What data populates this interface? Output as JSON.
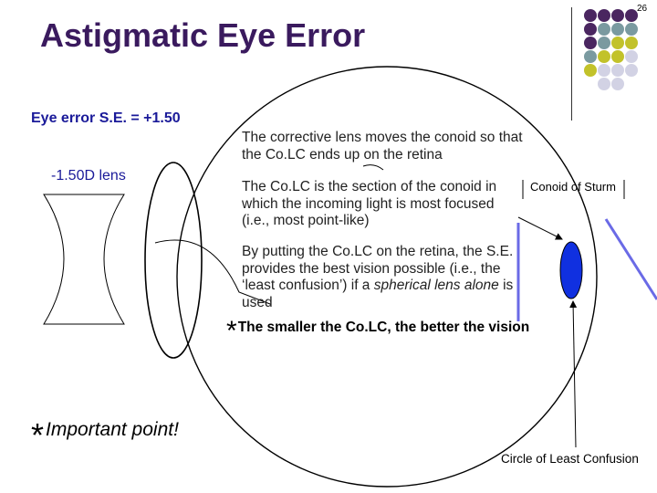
{
  "slide": {
    "title": "Astigmatic Eye Error",
    "page_number": "26"
  },
  "labels": {
    "eye_error": "Eye error S.E. = +1.50",
    "lens": "-1.50D lens",
    "corrective_text": "The corrective lens moves the conoid so that the Co.LC ends up on the retina",
    "colc_text": "The Co.LC is the section of the conoid in which the incoming light is most focused (i.e., most point-like)",
    "putting_text_1": "By putting the Co.LC on the retina, the S.E. provides the best vision possible (i.e., the ‘least confusion’) if a ",
    "putting_text_em": "spherical lens alone",
    "putting_text_2": " is used",
    "smaller_text": "The smaller the Co.LC, the better the vision",
    "asterisk": "*",
    "important": "Important point!",
    "conoid_of_sturm": "Conoid of Sturm",
    "circle_of_least_confusion": "Circle of Least Confusion"
  },
  "colors": {
    "title": "#3a1a5e",
    "eye_error_text": "#1a1a99",
    "lens_label": "#1a1a99",
    "conoid_ellipse": "#1030e0",
    "ray_lines": "#6a6ae6",
    "dot_purple": "#4a2660",
    "dot_teal": "#7a9aa0",
    "dot_olive": "#c2c22a",
    "dot_lavender": "#d2d2e4"
  },
  "decoration": {
    "dot_grid": [
      [
        "dot_purple",
        "dot_purple",
        "dot_purple",
        "dot_purple"
      ],
      [
        "dot_purple",
        "dot_teal",
        "dot_teal",
        "dot_teal"
      ],
      [
        "dot_purple",
        "dot_teal",
        "dot_olive",
        "dot_olive"
      ],
      [
        "dot_teal",
        "dot_olive",
        "dot_olive",
        "dot_lavender"
      ],
      [
        "dot_olive",
        "dot_lavender",
        "dot_lavender",
        "dot_lavender"
      ],
      [
        "",
        "dot_lavender",
        "dot_lavender",
        ""
      ]
    ]
  }
}
